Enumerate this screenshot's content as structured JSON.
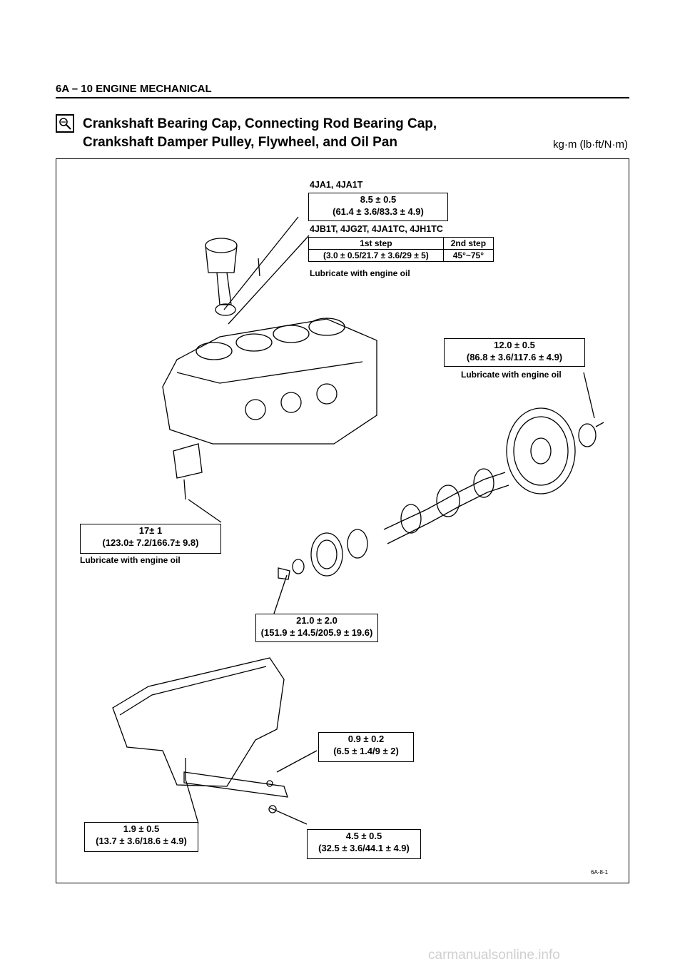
{
  "header": {
    "section": "6A – 10  ENGINE MECHANICAL"
  },
  "title": {
    "line1": "Crankshaft Bearing Cap, Connecting Rod Bearing Cap,",
    "line2": "Crankshaft Damper Pulley, Flywheel, and Oil Pan",
    "units": "kg·m (lb·ft/N·m)"
  },
  "specs": {
    "conrod_4ja1": {
      "label": "4JA1, 4JA1T",
      "line1": "8.5 ± 0.5",
      "line2": "(61.4 ± 3.6/83.3 ± 4.9)"
    },
    "conrod_4jb1": {
      "label": "4JB1T, 4JG2T, 4JA1TC, 4JH1TC",
      "step1_header": "1st step",
      "step2_header": "2nd step",
      "step1_value": "(3.0 ± 0.5/21.7 ± 3.6/29 ± 5)",
      "step2_value": "45°~75°",
      "note": "Lubricate with engine oil"
    },
    "flywheel": {
      "line1": "12.0 ± 0.5",
      "line2": "(86.8 ± 3.6/117.6 ± 4.9)",
      "note": "Lubricate with engine oil"
    },
    "main_bearing": {
      "line1": "17± 1",
      "line2": "(123.0± 7.2/166.7± 9.8)",
      "note": "Lubricate with engine oil"
    },
    "damper_pulley": {
      "line1": "21.0 ± 2.0",
      "line2": "(151.9 ± 14.5/205.9 ± 19.6)"
    },
    "oil_pan_nut": {
      "line1": "0.9 ± 0.2",
      "line2": "(6.5 ± 1.4/9 ± 2)"
    },
    "oil_pan_bolt": {
      "line1": "1.9 ± 0.5",
      "line2": "(13.7 ± 3.6/18.6 ± 4.9)"
    },
    "drain_plug": {
      "line1": "4.5 ± 0.5",
      "line2": "(32.5 ± 3.6/44.1 ± 4.9)"
    }
  },
  "figure_id": "6A-8-1",
  "watermark": "carmanualsonline.info"
}
